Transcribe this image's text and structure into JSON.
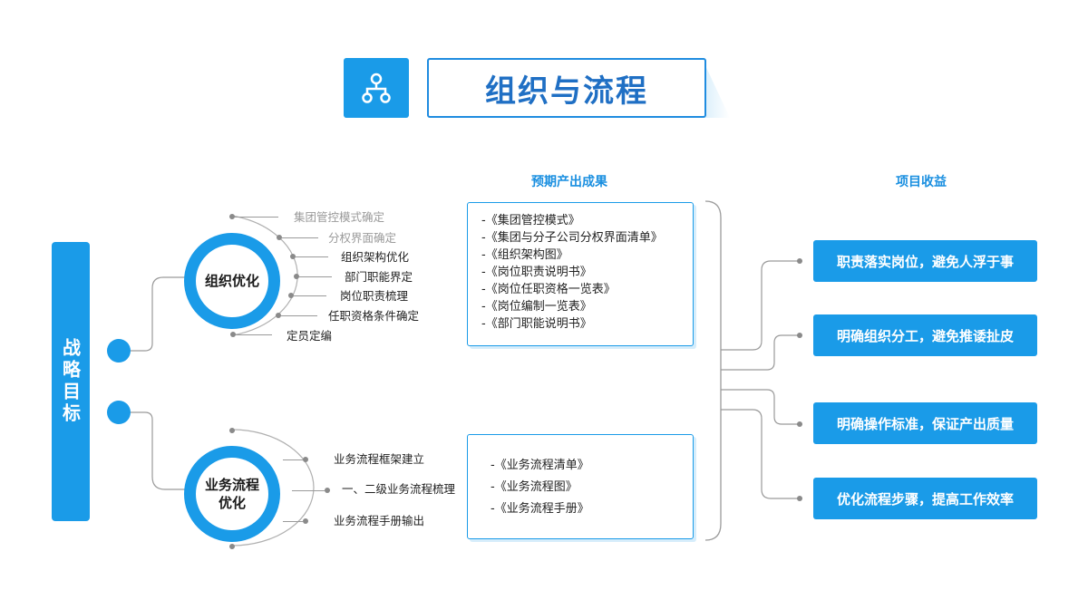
{
  "title": {
    "text": "组织与流程",
    "icon": "org-hierarchy-icon",
    "accent_color": "#1a9be8"
  },
  "strategy": {
    "label": "战略目标"
  },
  "modules": [
    {
      "name": "组织优化",
      "items": [
        {
          "label": "集团管控模式确定",
          "muted": true
        },
        {
          "label": "分权界面确定",
          "muted": true
        },
        {
          "label": "组织架构优化",
          "muted": false
        },
        {
          "label": "部门职能界定",
          "muted": false
        },
        {
          "label": "岗位职责梳理",
          "muted": false
        },
        {
          "label": "任职资格条件确定",
          "muted": false
        },
        {
          "label": "定员定编",
          "muted": false
        }
      ]
    },
    {
      "name": "业务流程优化",
      "items": [
        {
          "label": "业务流程框架建立"
        },
        {
          "label": "一、二级业务流程梳理"
        },
        {
          "label": "业务流程手册输出"
        }
      ]
    }
  ],
  "deliverables": {
    "header": "预期产出成果",
    "groups": [
      [
        "-《集团管控模式》",
        "-《集团与分子公司分权界面清单》",
        "-《组织架构图》",
        "-《岗位职责说明书》",
        "-《岗位任职资格一览表》",
        "-《岗位编制一览表》",
        "-《部门职能说明书》"
      ],
      [
        "-《业务流程清单》",
        "-《业务流程图》",
        "-《业务流程手册》"
      ]
    ]
  },
  "benefits": {
    "header": "项目收益",
    "items": [
      "职责落实岗位，避免人浮于事",
      "明确组织分工，避免推诿扯皮",
      "明确操作标准，保证产出质量",
      "优化流程步骤，提高工作效率"
    ]
  }
}
